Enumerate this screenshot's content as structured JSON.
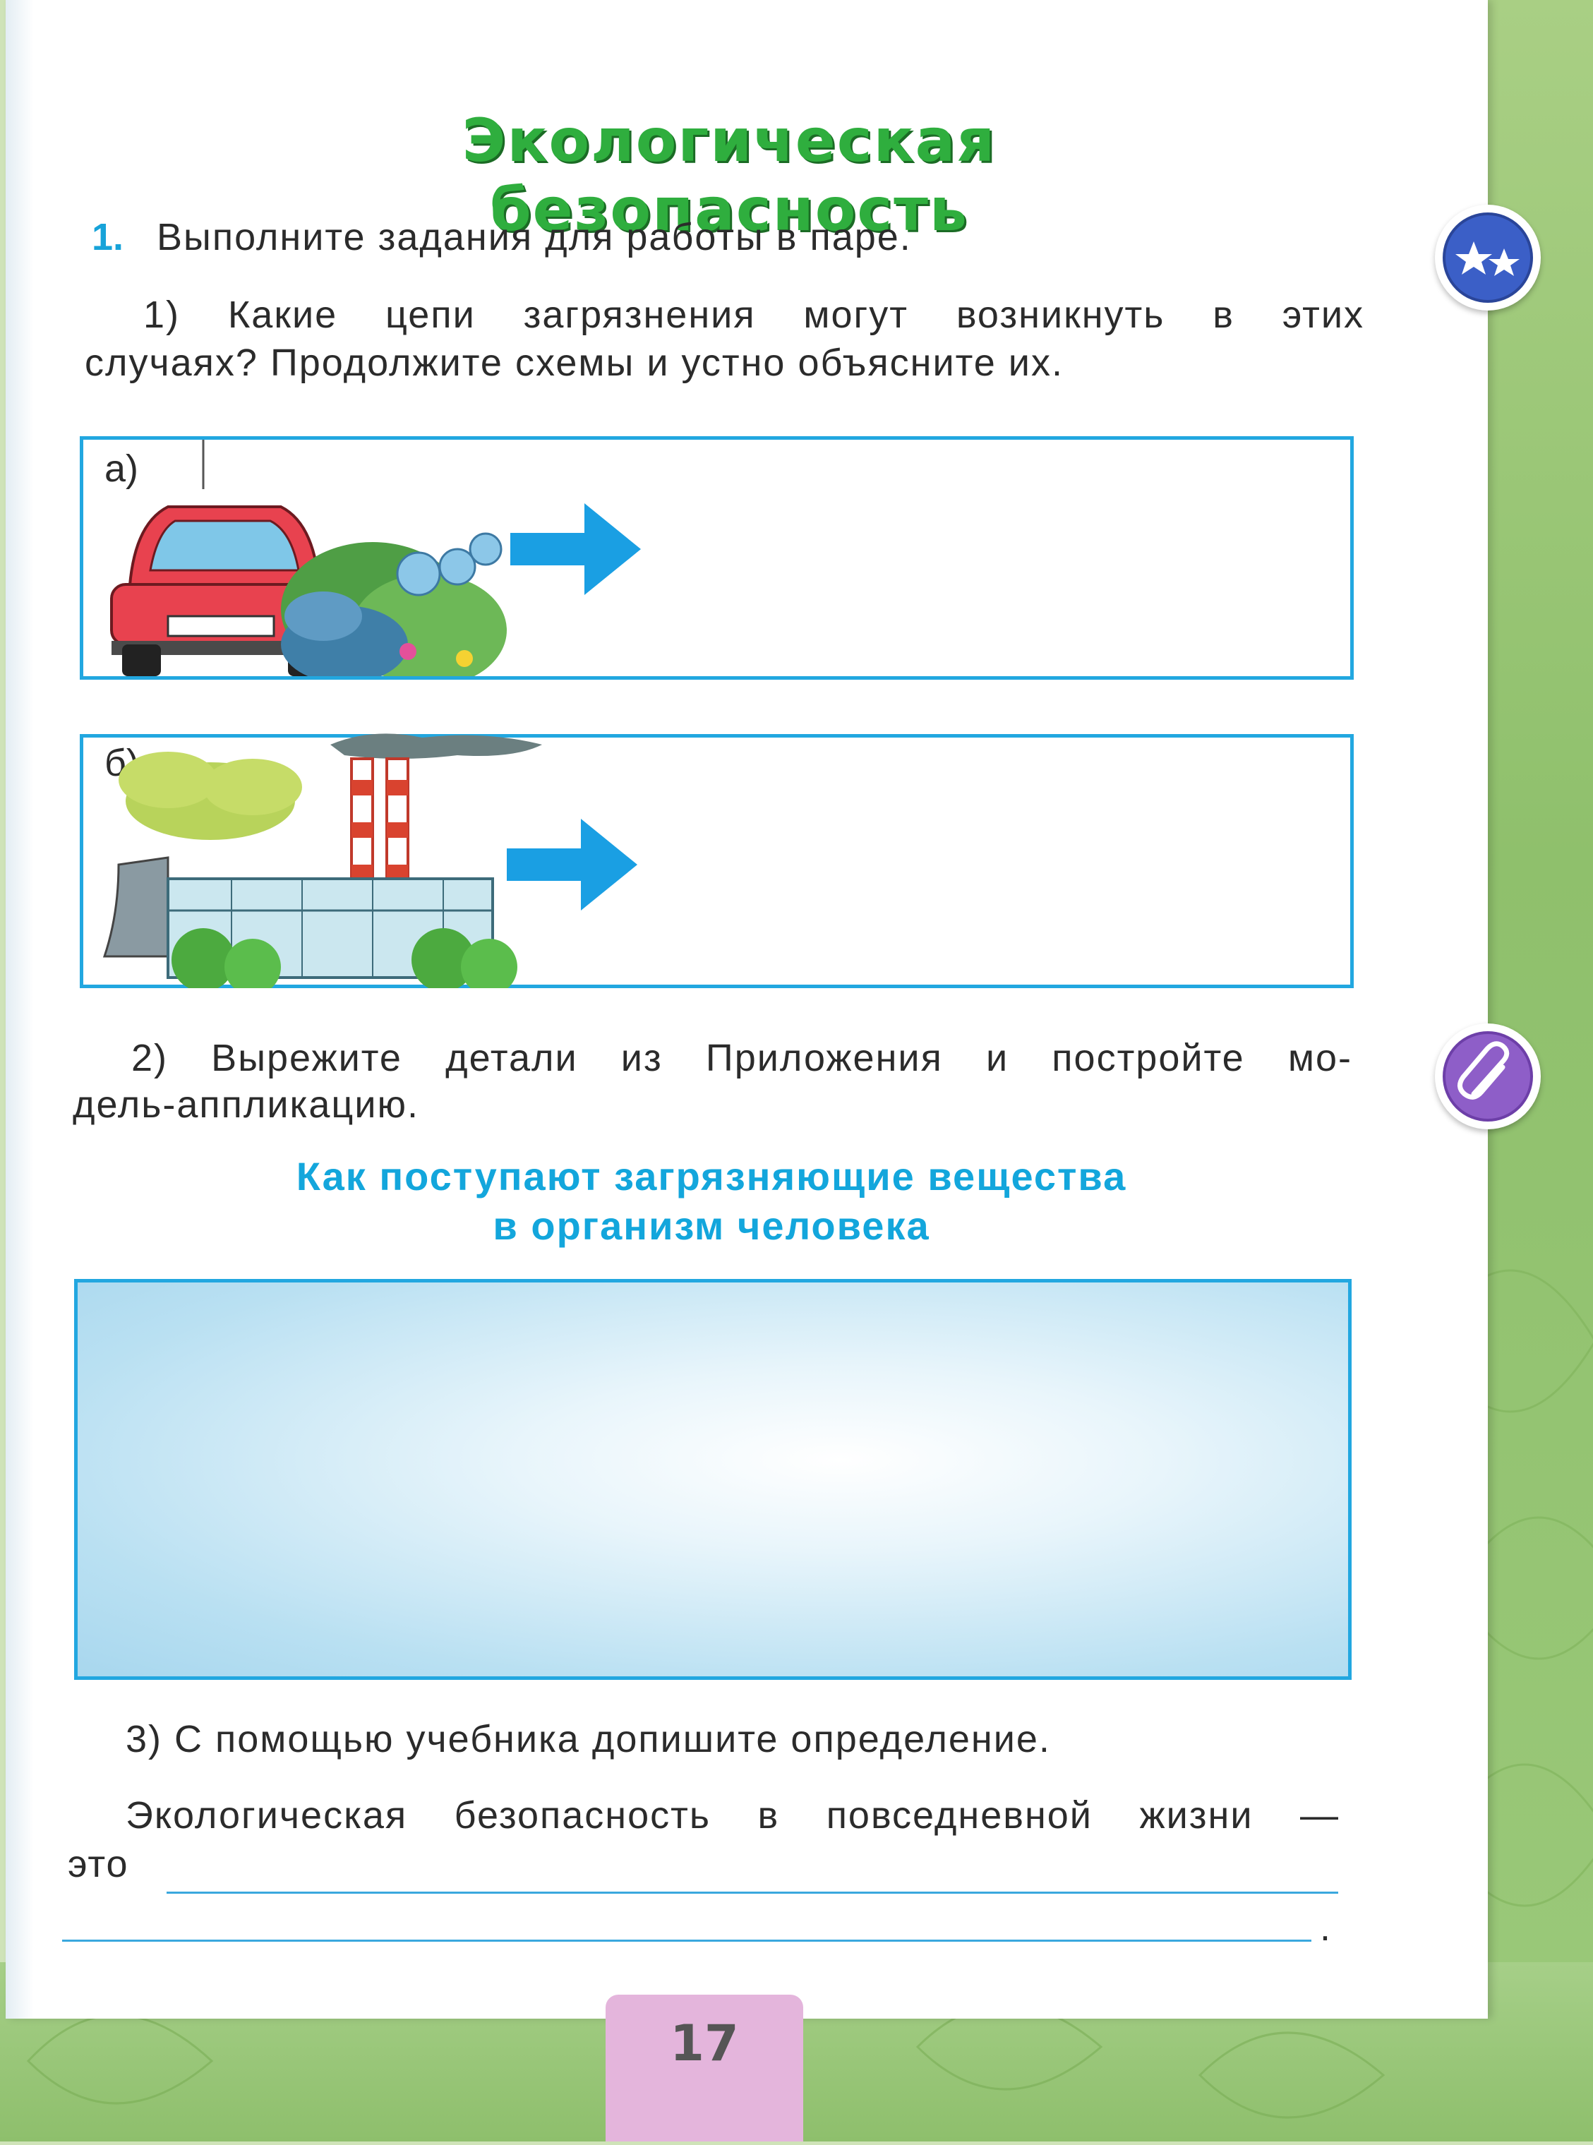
{
  "page": {
    "title": "Экологическая безопасность",
    "number": "17"
  },
  "task": {
    "number": "1.",
    "instruction": "Выполните задания для работы в паре.",
    "part1": {
      "line1": "1) Какие цепи загрязнения могут возникнуть в этих",
      "line2": "случаях? Продолжите схемы и устно объясните их.",
      "panels": [
        {
          "label": "а)",
          "illustration": "car-exhaust-illustration"
        },
        {
          "label": "б)",
          "illustration": "factory-smoke-illustration"
        }
      ]
    },
    "part2": {
      "line1": "2) Вырежите детали из Приложения и постройте мо-",
      "line2": "дель-аппликацию.",
      "heading_line1": "Как поступают загрязняющие вещества",
      "heading_line2": "в организм человека"
    },
    "part3": {
      "instruction": "3) С помощью учебника допишите определение.",
      "line1": "Экологическая безопасность в повседневной жизни —",
      "line2_start": "это",
      "end_mark": "."
    }
  },
  "icons": {
    "pair_work": "two-stars-icon",
    "appendix": "paperclip-icon"
  },
  "colors": {
    "title_green": "#2fae3e",
    "accent_blue": "#22a7e0",
    "arrow_blue": "#1a9fe3",
    "page_tab_pink": "#e4b5dc"
  }
}
